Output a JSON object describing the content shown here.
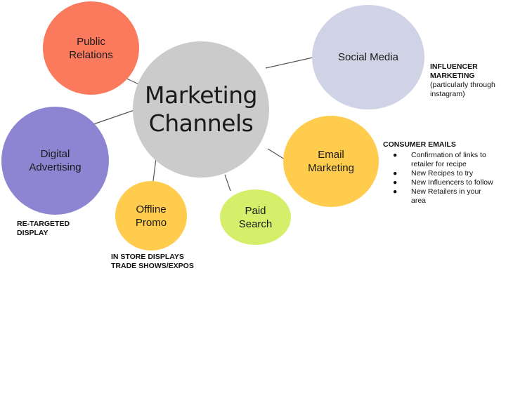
{
  "center": {
    "label": "Marketing\nChannels"
  },
  "nodes": {
    "public_relations": {
      "label": "Public\nRelations",
      "color": "#fb7a5e"
    },
    "social_media": {
      "label": "Social Media",
      "color": "#d0d2e6"
    },
    "digital_advertising": {
      "label": "Digital\nAdvertising",
      "color": "#8d84d2"
    },
    "email_marketing": {
      "label": "Email\nMarketing",
      "color": "#ffcc4d"
    },
    "offline_promo": {
      "label": "Offline\nPromo",
      "color": "#ffcc4d"
    },
    "paid_search": {
      "label": "Paid\nSearch",
      "color": "#d5ef6a"
    }
  },
  "center_color": "#cbcbcb",
  "notes": {
    "social_media": {
      "title": "INFLUENCER\nMARKETING",
      "text": "(particularly through\ninstagram)"
    },
    "email": {
      "title": "CONSUMER EMAILS",
      "items": [
        "Confirmation of links to\nretailer for recipe",
        "New Recipes to try",
        "New Influencers to follow",
        "New Retailers in your\narea"
      ]
    },
    "digital": {
      "title": "RE-TARGETED\nDISPLAY"
    },
    "offline": {
      "title": "IN STORE DISPLAYS\nTRADE SHOWS/EXPOS"
    }
  }
}
